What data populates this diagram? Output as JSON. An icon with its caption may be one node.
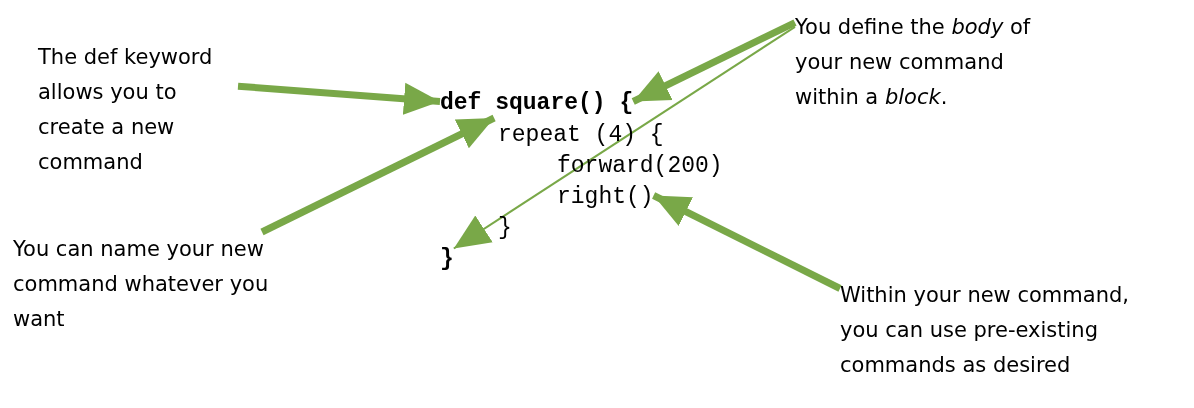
{
  "diagram": {
    "nodes": [
      {
        "text": [
          "The def keyword allows you to create a new command"
        ]
      },
      {
        "text": [
          "You define the *body* of your new command within a *block*."
        ]
      },
      {
        "text": [
          "def square() {"
        ]
      },
      {
        "text": [
          "repeat (4) {"
        ]
      },
      {
        "text": [
          "forward(200)"
        ]
      },
      {
        "text": [
          "right()"
        ]
      },
      {
        "text": [
          "}"
        ]
      },
      {
        "text": [
          "}"
        ]
      },
      {
        "text": [
          "You can name your new command whatever you want"
        ]
      },
      {
        "text": [
          "Within your new command, you can use pre-existing commands as desired"
        ]
      }
    ],
    "edges": [
      {
        "from": 0,
        "to": 2,
        "arrow": "to"
      },
      {
        "from": 1,
        "to": 2,
        "arrow": "to"
      },
      {
        "from": 1,
        "to": 7,
        "arrow": "to"
      },
      {
        "from": 8,
        "to": 2,
        "arrow": "to"
      },
      {
        "from": 9,
        "to": 5,
        "arrow": "to"
      }
    ]
  }
}
